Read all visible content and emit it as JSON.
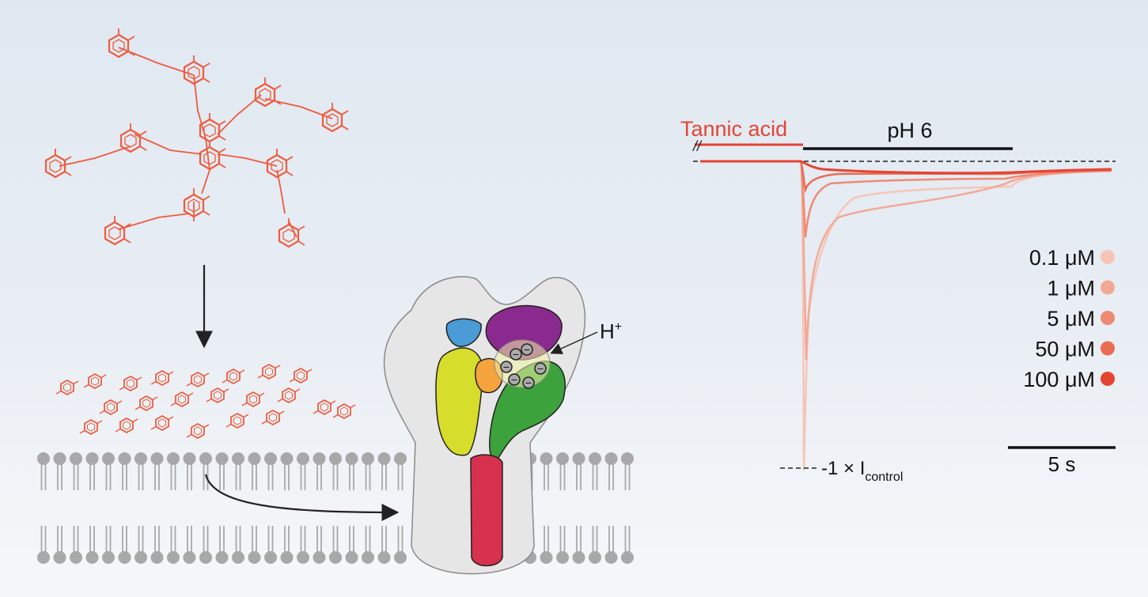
{
  "colors": {
    "molecule": "#ef5b3e",
    "background_top": "#dfe8f1",
    "membrane": "#a8a8a8",
    "channel_body": "#e6e6e6",
    "subunit_blue": "#4a9bd6",
    "subunit_purple": "#8b2a8e",
    "subunit_yellow": "#d6dd2b",
    "subunit_orange": "#f5a33c",
    "subunit_green": "#3ca23b",
    "subunit_red": "#d8304f",
    "trace_0_1": "#f6c5b8",
    "trace_1": "#f2a996",
    "trace_5": "#ee8a73",
    "trace_50": "#ea6c53",
    "trace_100": "#e64433"
  },
  "diagram": {
    "proton_label": "H",
    "proton_charge": "+",
    "charge_symbol": "−"
  },
  "traces": {
    "application_bar_1": "Tannic acid",
    "application_bar_2": "pH 6",
    "break_mark": "//",
    "control_label": "-1 × I",
    "control_subscript": "control",
    "scale_bar": "5 s",
    "legend": [
      {
        "label": "0.1 μM",
        "color": "#f6c5b8"
      },
      {
        "label": "1 μM",
        "color": "#f2a996"
      },
      {
        "label": "5 μM",
        "color": "#ee8a73"
      },
      {
        "label": "50 μM",
        "color": "#ea6c53"
      },
      {
        "label": "100 μM",
        "color": "#e64433"
      }
    ]
  }
}
